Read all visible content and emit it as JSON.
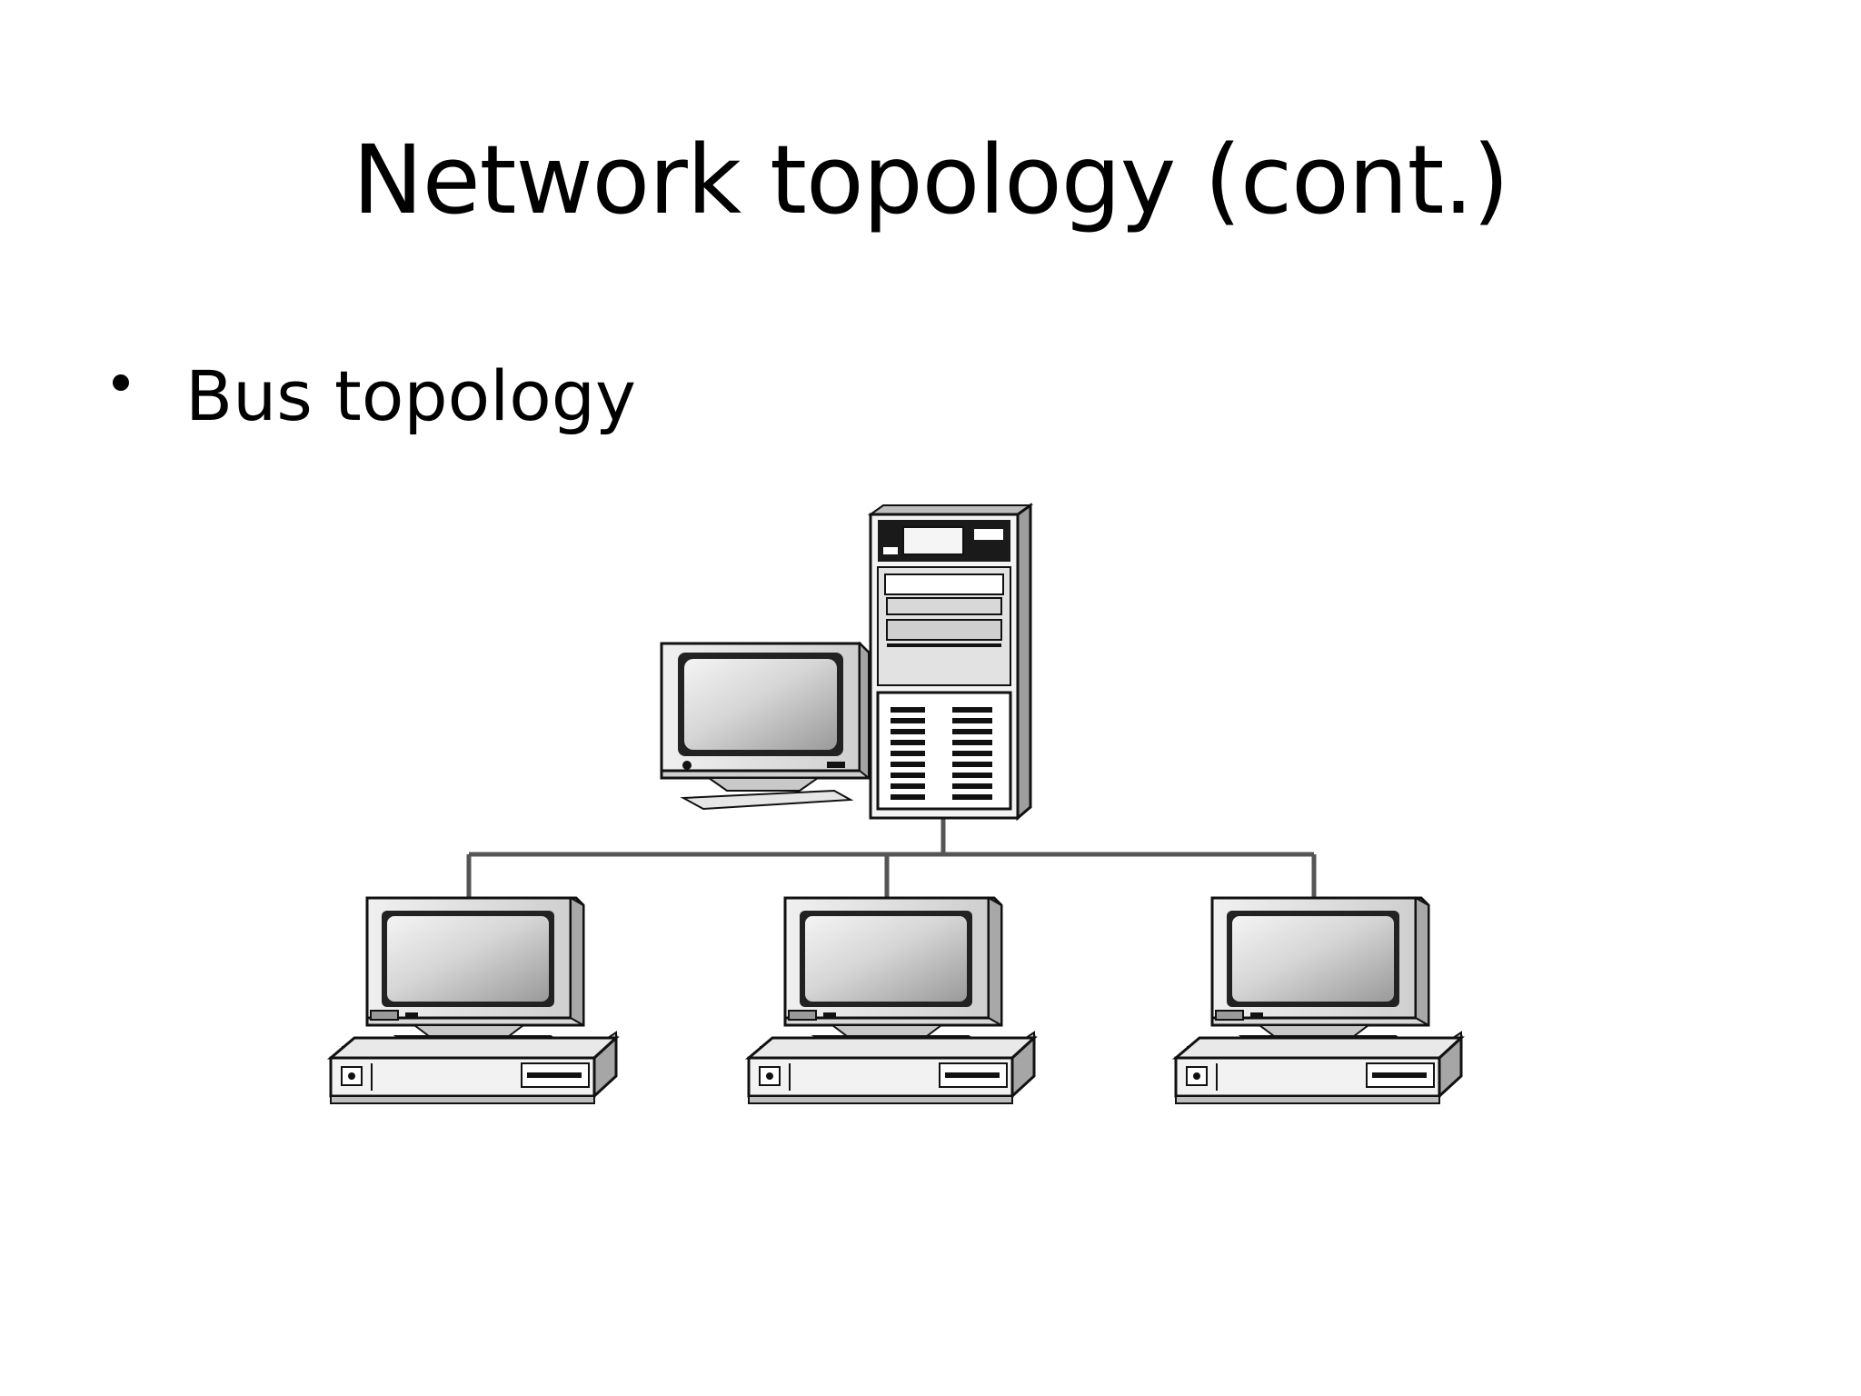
{
  "slide": {
    "title": "Network topology (cont.)",
    "bullets": [
      "Bus topology"
    ]
  },
  "diagram": {
    "nodes": [
      {
        "id": "server",
        "kind": "server-tower-with-monitor"
      },
      {
        "id": "ws1",
        "kind": "desktop-workstation"
      },
      {
        "id": "ws2",
        "kind": "desktop-workstation"
      },
      {
        "id": "ws3",
        "kind": "desktop-workstation"
      }
    ],
    "edges": [
      {
        "from": "server",
        "to": "bus"
      },
      {
        "from": "ws1",
        "to": "bus"
      },
      {
        "from": "ws2",
        "to": "bus"
      },
      {
        "from": "ws3",
        "to": "bus"
      }
    ],
    "colors": {
      "line": "#555555",
      "outline": "#111111",
      "case": "#e4e4e4",
      "shade": "#b8b8b8",
      "screen": "#cfcfcf"
    }
  }
}
